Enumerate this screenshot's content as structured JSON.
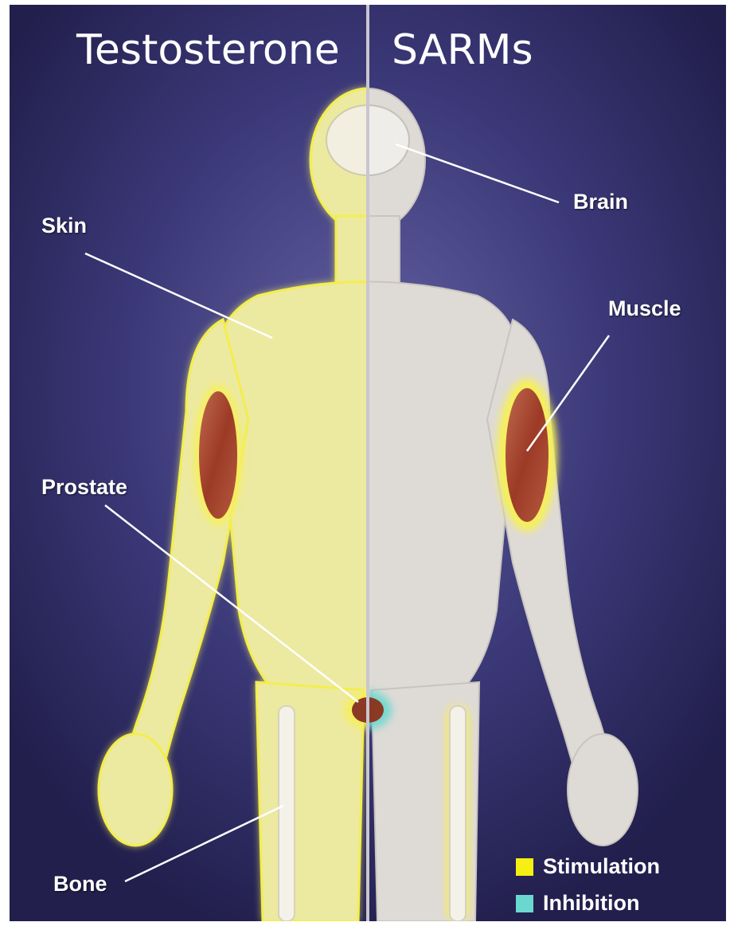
{
  "header": {
    "left_title": "Testosterone",
    "right_title": "SARMs"
  },
  "labels": {
    "brain": "Brain",
    "skin": "Skin",
    "muscle": "Muscle",
    "prostate": "Prostate",
    "bone": "Bone"
  },
  "legend": {
    "stimulation": {
      "label": "Stimulation",
      "color": "#f5ef12"
    },
    "inhibition": {
      "label": "Inhibition",
      "color": "#6ad8cf"
    }
  },
  "colors": {
    "background": "#24214f",
    "testosterone_body": "#ece9a1",
    "sarms_body": "#dedad6",
    "muscle": "#a8442a",
    "glow": "#fbf556"
  }
}
